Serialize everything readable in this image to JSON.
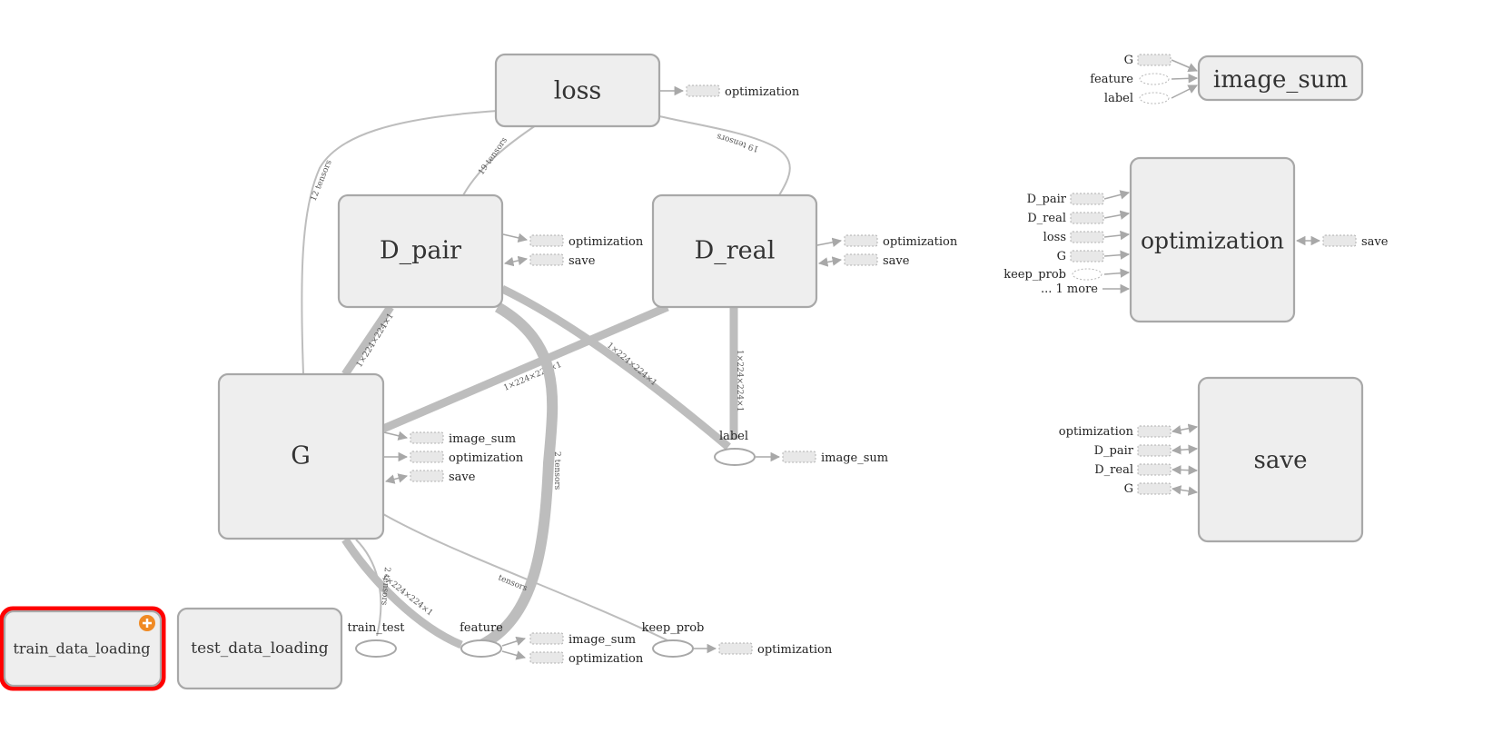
{
  "nodes": {
    "loss": "loss",
    "d_pair": "D_pair",
    "d_real": "D_real",
    "g": "G",
    "train_data_loading": "train_data_loading",
    "test_data_loading": "test_data_loading",
    "image_sum": "image_sum",
    "optimization": "optimization",
    "save": "save",
    "label": "label",
    "train_test": "train_test",
    "feature": "feature",
    "keep_prob": "keep_prob"
  },
  "stubs": {
    "loss_out": "optimization",
    "d_pair_out1": "optimization",
    "d_pair_out2": "save",
    "d_real_out1": "optimization",
    "d_real_out2": "save",
    "g_out1": "image_sum",
    "g_out2": "optimization",
    "g_out3": "save",
    "label_out": "image_sum",
    "feature_out1": "image_sum",
    "feature_out2": "optimization",
    "keep_prob_out": "optimization",
    "image_sum_in": [
      "G",
      "feature",
      "label"
    ],
    "optimization_in": [
      "D_pair",
      "D_real",
      "loss",
      "G",
      "keep_prob",
      "... 1 more"
    ],
    "optimization_out": "save",
    "save_in": [
      "optimization",
      "D_pair",
      "D_real",
      "G"
    ]
  },
  "edge_labels": {
    "g_loss": "12 tensors",
    "dpair_loss": "19 tensors",
    "dreal_loss": "19 tensors",
    "g_dpair": "1×224×224×1",
    "g_dreal": "1×224×224×1",
    "dpair_label": "1×224×224×1",
    "dreal_label": "1×224×224×1",
    "dpair_feature": "2 tensors",
    "g_feature": "1×224×224×1",
    "g_train_test": "2 tensors",
    "g_keep_prob": "tensors"
  },
  "colors": {
    "node_fill": "#eeeeee",
    "node_stroke": "#a8a8a8",
    "edge": "#bdbdbd",
    "selected_border": "#ff0000",
    "expand_badge": "#f08a24"
  }
}
